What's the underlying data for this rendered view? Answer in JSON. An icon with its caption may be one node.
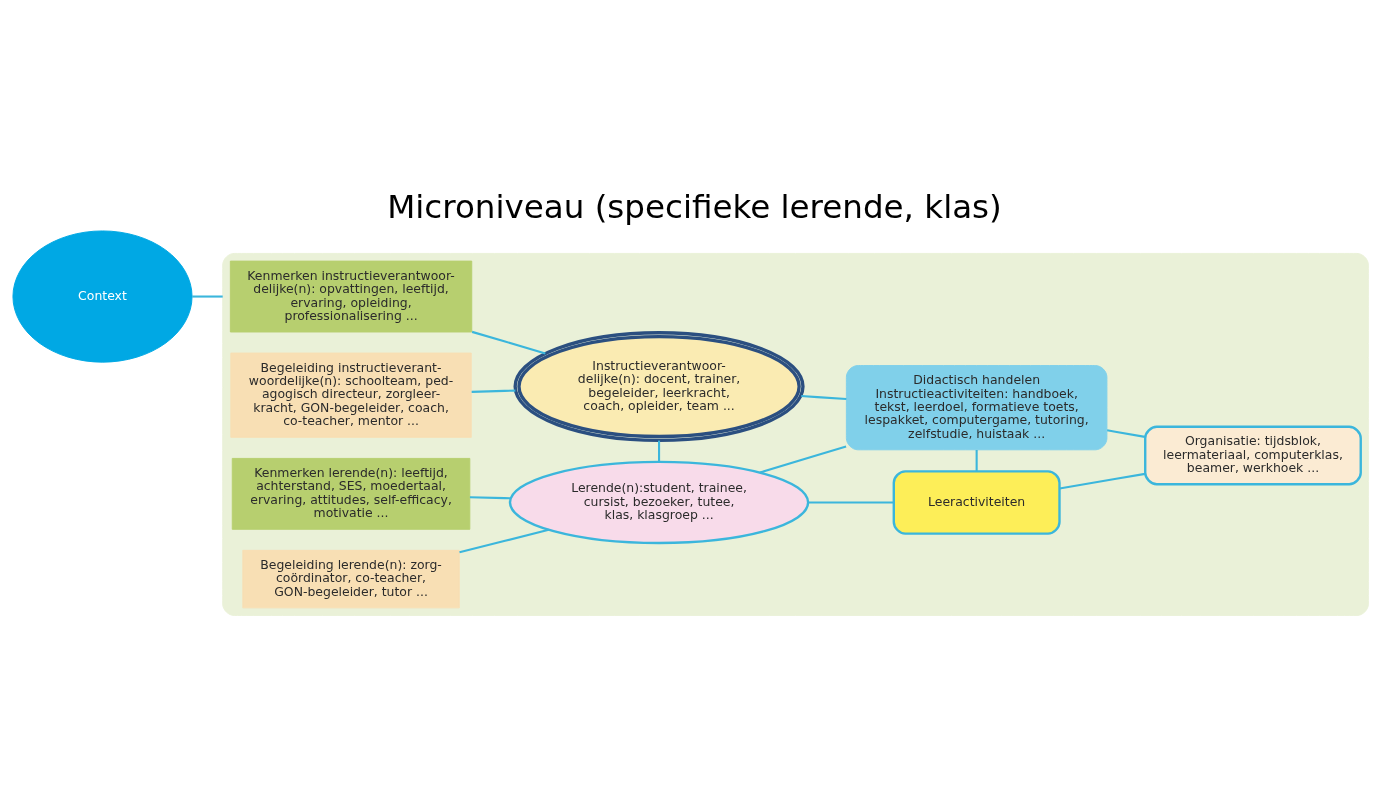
{
  "diagram": {
    "title": "Microniveau (specifieke lerende, klas)",
    "nodes": [
      {
        "text": [
          "Context"
        ]
      },
      {
        "text": [],
        "shape": "box"
      },
      {
        "text": [
          "Kenmerken instructieverantwoor- delijke(n): opvattingen, leeftijd, ervaring, opleiding, professionalisering ..."
        ],
        "in": 1
      },
      {
        "text": [
          "Begeleiding instructieverant- woordelijke(n): schoolteam, ped- agogisch directeur, zorgleer- kracht, GON-begeleider, coach, co-teacher, mentor ..."
        ],
        "in": 1
      },
      {
        "text": [
          "Kenmerken lerende(n): leeftijd, achterstand, SES, moedertaal, ervaring, attitudes, self-efficacy, motivatie ..."
        ],
        "in": 1
      },
      {
        "text": [
          "Begeleiding lerende(n): zorg- coördinator, co-teacher, GON-begeleider, tutor ..."
        ],
        "in": 1
      },
      {
        "text": [
          "Instructieverantwoor- delijke(n): docent, trainer, begeleider, leerkracht, coach, opleider, team ..."
        ],
        "in": 1
      },
      {
        "text": [
          "Lerende(n):student, trainee, cursist, bezoeker, tutee, klas, klasgroep ..."
        ],
        "in": 1
      },
      {
        "text": [
          "Didactisch handelen",
          "Instructieactiviteiten: handboek, tekst, leerdoel, formatieve toets, lespakket, computergame, tutoring, zelfstudie, huistaak ..."
        ],
        "in": 1
      },
      {
        "text": [
          "Organisatie: tijdsblok, leermateriaal, computerklas, beamer, werkhoek ..."
        ],
        "in": 1
      },
      {
        "text": [
          "Leeractiviteiten"
        ],
        "in": 1
      }
    ],
    "edges": [
      {
        "from": 0,
        "to": 1,
        "arrow": "none"
      },
      {
        "from": 2,
        "to": 6,
        "arrow": "none"
      },
      {
        "from": 3,
        "to": 6,
        "arrow": "none"
      },
      {
        "from": 4,
        "to": 7,
        "arrow": "none"
      },
      {
        "from": 5,
        "to": 7,
        "arrow": "none"
      },
      {
        "from": 7,
        "to": 6,
        "arrow": "none"
      },
      {
        "from": 6,
        "to": 8,
        "arrow": "none"
      },
      {
        "from": 7,
        "to": 8,
        "arrow": "none"
      },
      {
        "from": 7,
        "to": 10,
        "arrow": "none"
      },
      {
        "from": 8,
        "to": 9,
        "arrow": "none"
      },
      {
        "from": 10,
        "to": 8,
        "arrow": "none"
      },
      {
        "from": 10,
        "to": 9,
        "arrow": "none"
      }
    ]
  }
}
